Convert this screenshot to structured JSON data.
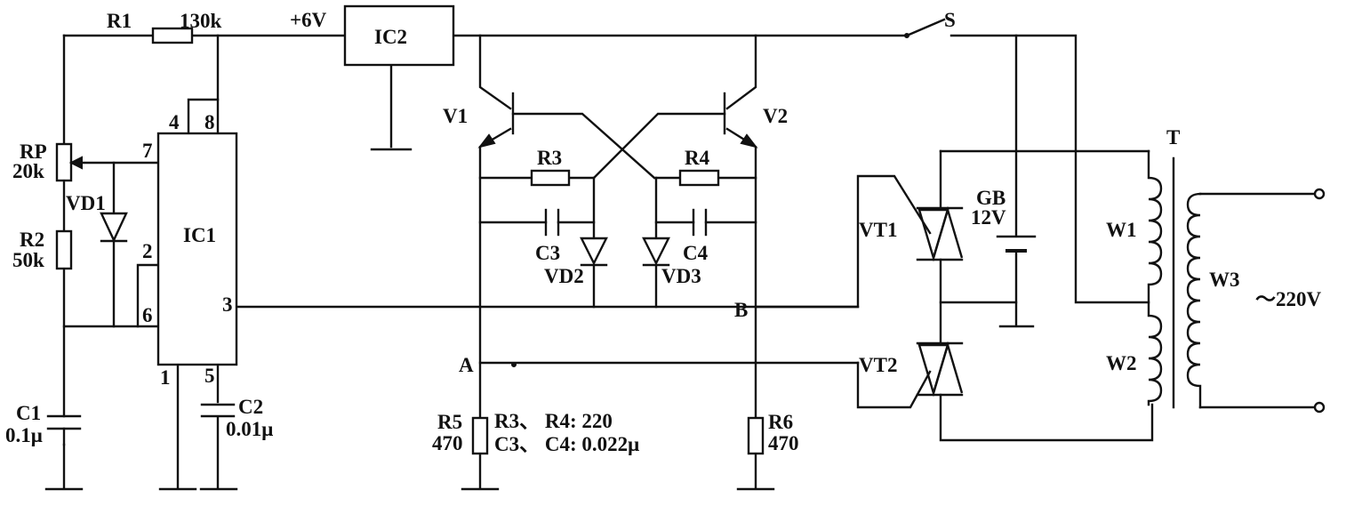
{
  "labels": {
    "R1": "R1",
    "R1_val": "130k",
    "supply": "+6V",
    "IC2": "IC2",
    "S": "S",
    "RP": "RP",
    "RP_val": "20k",
    "VD1": "VD1",
    "R2": "R2",
    "R2_val": "50k",
    "IC1": "IC1",
    "pin4": "4",
    "pin8": "8",
    "pin7": "7",
    "pin2": "2",
    "pin6": "6",
    "pin3": "3",
    "pin1": "1",
    "pin5": "5",
    "C1": "C1",
    "C1_val": "0.1μ",
    "C2": "C2",
    "C2_val": "0.01μ",
    "V1": "V1",
    "V2": "V2",
    "R3": "R3",
    "R4": "R4",
    "C3": "C3",
    "C4": "C4",
    "VD2": "VD2",
    "VD3": "VD3",
    "node_A": "A",
    "node_B": "B",
    "R5": "R5",
    "R5_val": "470",
    "R6": "R6",
    "R6_val": "470",
    "note1": "R3、 R4: 220",
    "note2": "C3、 C4: 0.022μ",
    "VT1": "VT1",
    "VT2": "VT2",
    "GB": "GB",
    "GB_val": "12V",
    "T": "T",
    "W1": "W1",
    "W2": "W2",
    "W3": "W3",
    "mains": "～220V"
  }
}
